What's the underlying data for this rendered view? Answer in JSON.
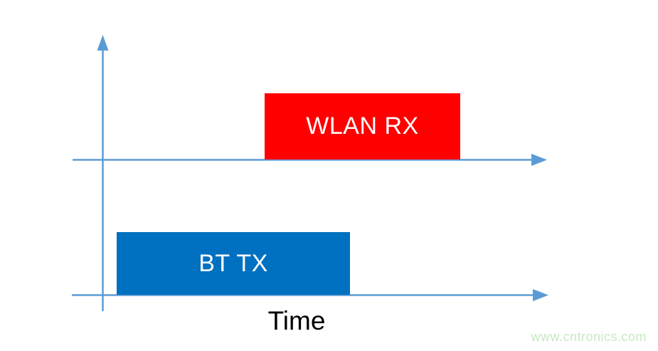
{
  "diagram": {
    "type": "timing-diagram",
    "time_label": "Time",
    "bars": [
      {
        "id": "wlan-rx",
        "label": "WLAN RX",
        "row": "top",
        "color_key": "wlan_color"
      },
      {
        "id": "bt-tx",
        "label": "BT TX",
        "row": "bottom",
        "color_key": "bt_color"
      }
    ],
    "axes": [
      {
        "id": "y-axis",
        "orientation": "vertical",
        "arrow": "up"
      },
      {
        "id": "wlan-axis",
        "orientation": "horizontal",
        "arrow": "right"
      },
      {
        "id": "bt-axis",
        "orientation": "horizontal",
        "arrow": "right"
      }
    ],
    "watermark": "www.cntronics.com"
  },
  "colors": {
    "axis_color": "#5B9BD5",
    "wlan_color": "#FE0000",
    "bt_color": "#0070C0",
    "bar_text_color": "#FFFFFF",
    "time_label_color": "#000000",
    "watermark_color": "#C8E8C3"
  }
}
